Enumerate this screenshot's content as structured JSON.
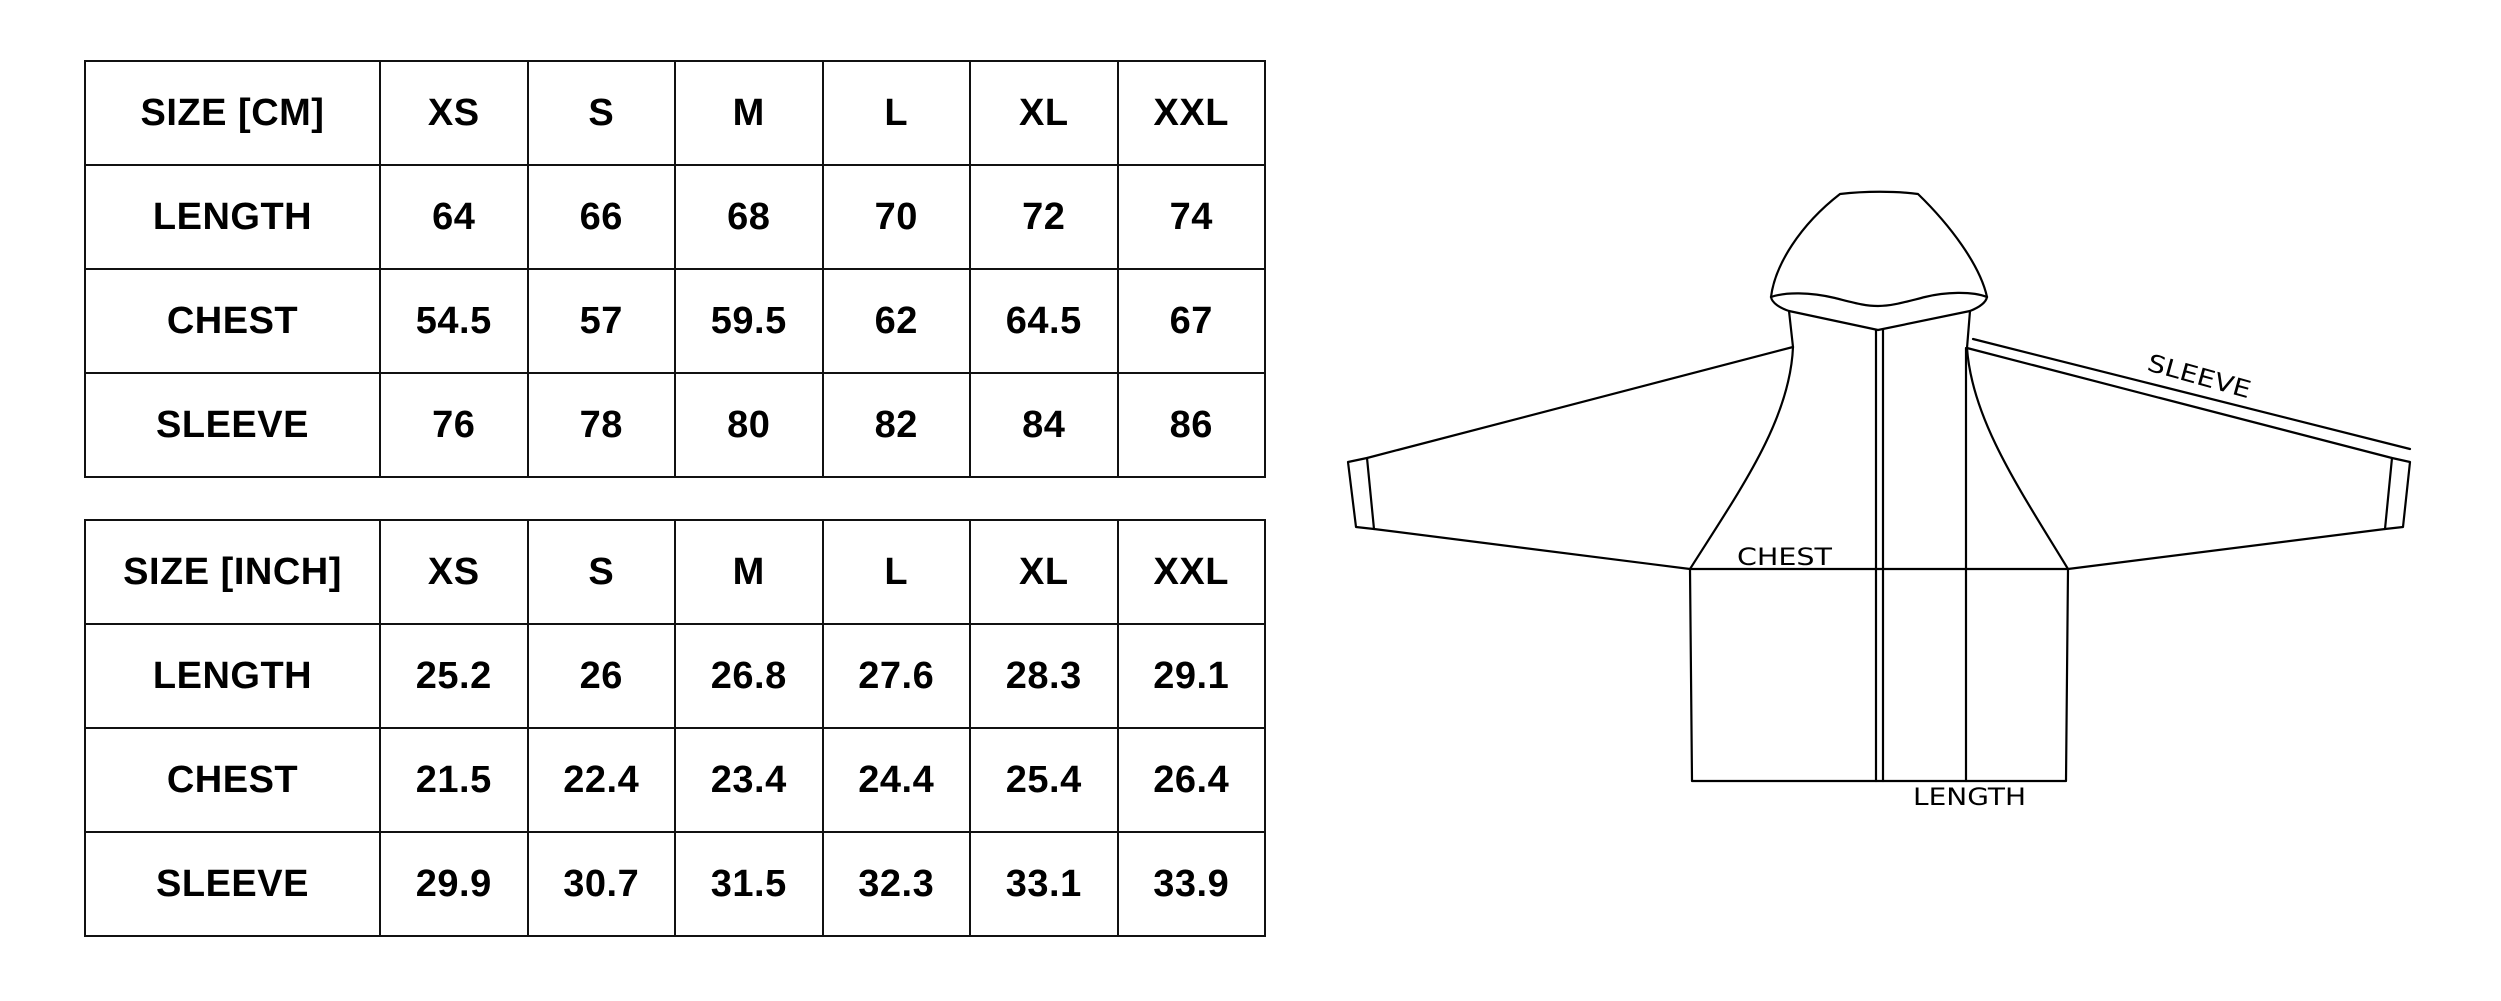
{
  "tables": {
    "cm": {
      "header": [
        "SIZE [CM]",
        "XS",
        "S",
        "M",
        "L",
        "XL",
        "XXL"
      ],
      "rows": [
        [
          "LENGTH",
          "64",
          "66",
          "68",
          "70",
          "72",
          "74"
        ],
        [
          "CHEST",
          "54.5",
          "57",
          "59.5",
          "62",
          "64.5",
          "67"
        ],
        [
          "SLEEVE",
          "76",
          "78",
          "80",
          "82",
          "84",
          "86"
        ]
      ]
    },
    "inch": {
      "header": [
        "SIZE [INCH]",
        "XS",
        "S",
        "M",
        "L",
        "XL",
        "XXL"
      ],
      "rows": [
        [
          "LENGTH",
          "25.2",
          "26",
          "26.8",
          "27.6",
          "28.3",
          "29.1"
        ],
        [
          "CHEST",
          "21.5",
          "22.4",
          "23.4",
          "24.4",
          "25.4",
          "26.4"
        ],
        [
          "SLEEVE",
          "29.9",
          "30.7",
          "31.5",
          "32.3",
          "33.1",
          "33.9"
        ]
      ]
    }
  },
  "diagram": {
    "labels": {
      "chest": "CHEST",
      "length": "LENGTH",
      "sleeve": "SLEEVE"
    },
    "line_color": "#000000"
  }
}
